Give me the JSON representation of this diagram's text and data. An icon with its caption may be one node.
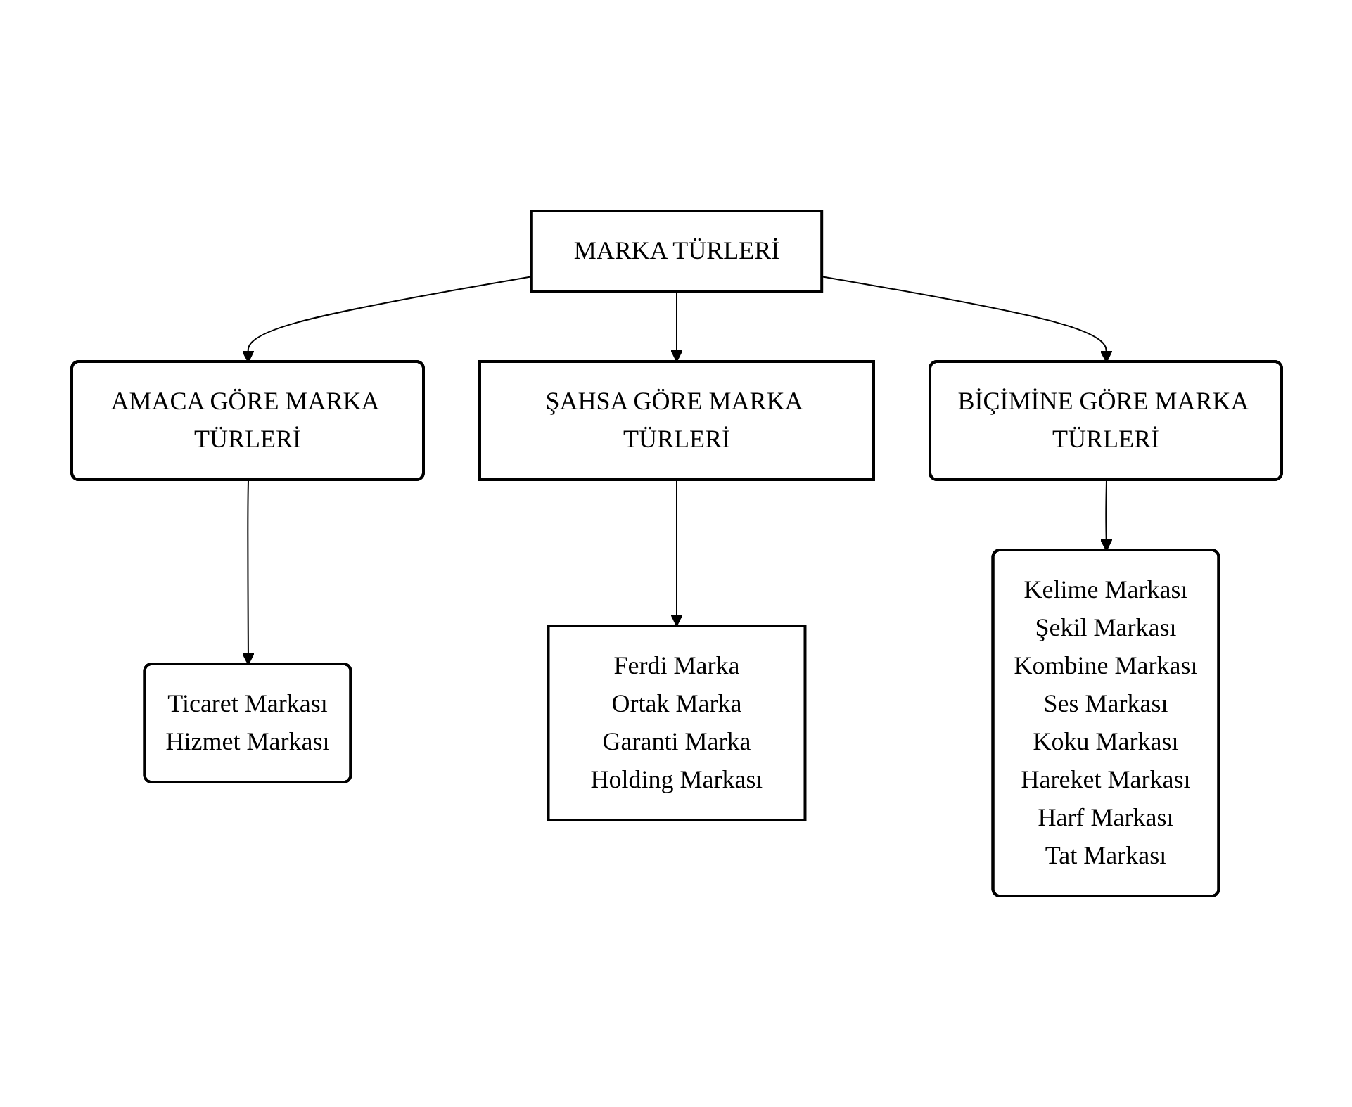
{
  "diagram": {
    "nodes": [
      {
        "text": [
          "MARKA TÜRLERİ"
        ]
      },
      {
        "text": [
          "AMACA GÖRE MARKA TÜRLERİ"
        ]
      },
      {
        "text": [
          "ŞAHSA GÖRE MARKA TÜRLERİ"
        ]
      },
      {
        "text": [
          "BİÇİMİNE GÖRE MARKA TÜRLERİ"
        ]
      },
      {
        "text": [
          "Ticaret Markası",
          "Hizmet Markası"
        ]
      },
      {
        "text": [
          "Ferdi Marka",
          "Ortak Marka",
          "Garanti Marka",
          "Holding Markası"
        ]
      },
      {
        "text": [
          "Kelime Markası",
          "Şekil Markası",
          "Kombine Markası",
          "Ses Markası",
          "Koku Markası",
          "Hareket Markası",
          "Harf Markası",
          "Tat Markası"
        ]
      }
    ],
    "edges": [
      {
        "from": 0,
        "to": 1,
        "arrow": "to"
      },
      {
        "from": 0,
        "to": 2,
        "arrow": "to"
      },
      {
        "from": 0,
        "to": 3,
        "arrow": "to"
      },
      {
        "from": 1,
        "to": 4,
        "arrow": "to"
      },
      {
        "from": 2,
        "to": 5,
        "arrow": "to"
      },
      {
        "from": 3,
        "to": 6,
        "arrow": "to"
      }
    ]
  }
}
